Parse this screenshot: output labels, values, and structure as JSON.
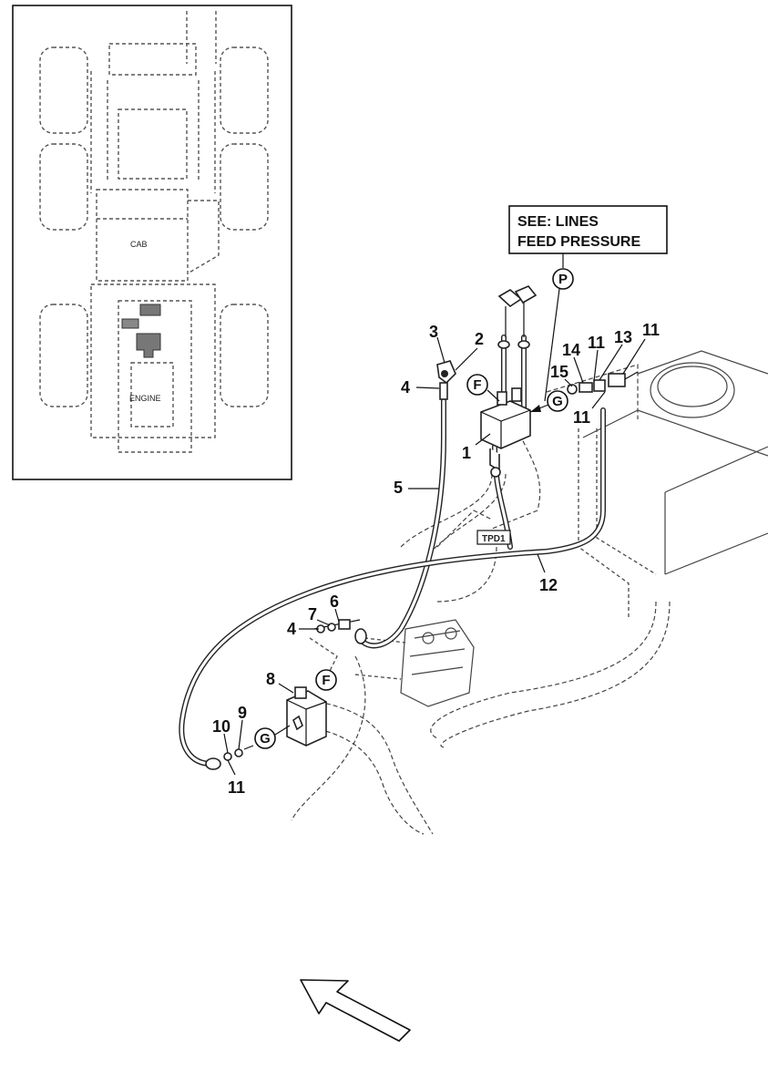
{
  "inset": {
    "cab_label": "CAB",
    "engine_label": "ENGINE"
  },
  "note": {
    "line1": "SEE: LINES",
    "line2": "FEED PRESSURE"
  },
  "tags": {
    "tpd1": "TPD1"
  },
  "circle_markers": {
    "p": "P",
    "f_top": "F",
    "g_top": "G",
    "f_bottom": "F",
    "g_bottom": "G"
  },
  "callouts": {
    "c1": "1",
    "c2": "2",
    "c3": "3",
    "c4_top": "4",
    "c5": "5",
    "c6": "6",
    "c7": "7",
    "c4_mid": "4",
    "c8": "8",
    "c9": "9",
    "c10": "10",
    "c11_bottom": "11",
    "c12": "12",
    "c13": "13",
    "c14": "14",
    "c11_a": "11",
    "c11_b": "11",
    "c15": "15",
    "c11_c": "11"
  },
  "colors": {
    "line": "#222222",
    "ghost": "#555555",
    "background": "#ffffff"
  }
}
